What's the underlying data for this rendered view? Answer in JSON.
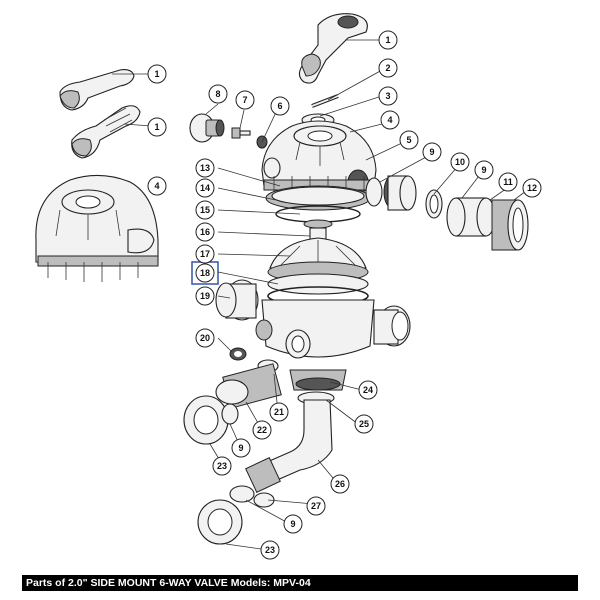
{
  "footer": {
    "caption": "Parts of 2.0\" SIDE MOUNT 6-WAY VALVE Models: MPV-04"
  },
  "callouts": [
    {
      "label": "1"
    },
    {
      "label": "1"
    },
    {
      "label": "1"
    },
    {
      "label": "2"
    },
    {
      "label": "3"
    },
    {
      "label": "4"
    },
    {
      "label": "4"
    },
    {
      "label": "5"
    },
    {
      "label": "6"
    },
    {
      "label": "7"
    },
    {
      "label": "8"
    },
    {
      "label": "9"
    },
    {
      "label": "9"
    },
    {
      "label": "9"
    },
    {
      "label": "9"
    },
    {
      "label": "10"
    },
    {
      "label": "11"
    },
    {
      "label": "12"
    },
    {
      "label": "13"
    },
    {
      "label": "14"
    },
    {
      "label": "15"
    },
    {
      "label": "16"
    },
    {
      "label": "17"
    },
    {
      "label": "18"
    },
    {
      "label": "19"
    },
    {
      "label": "20"
    },
    {
      "label": "21"
    },
    {
      "label": "22"
    },
    {
      "label": "23"
    },
    {
      "label": "23"
    },
    {
      "label": "24"
    },
    {
      "label": "25"
    },
    {
      "label": "26"
    },
    {
      "label": "27"
    }
  ]
}
